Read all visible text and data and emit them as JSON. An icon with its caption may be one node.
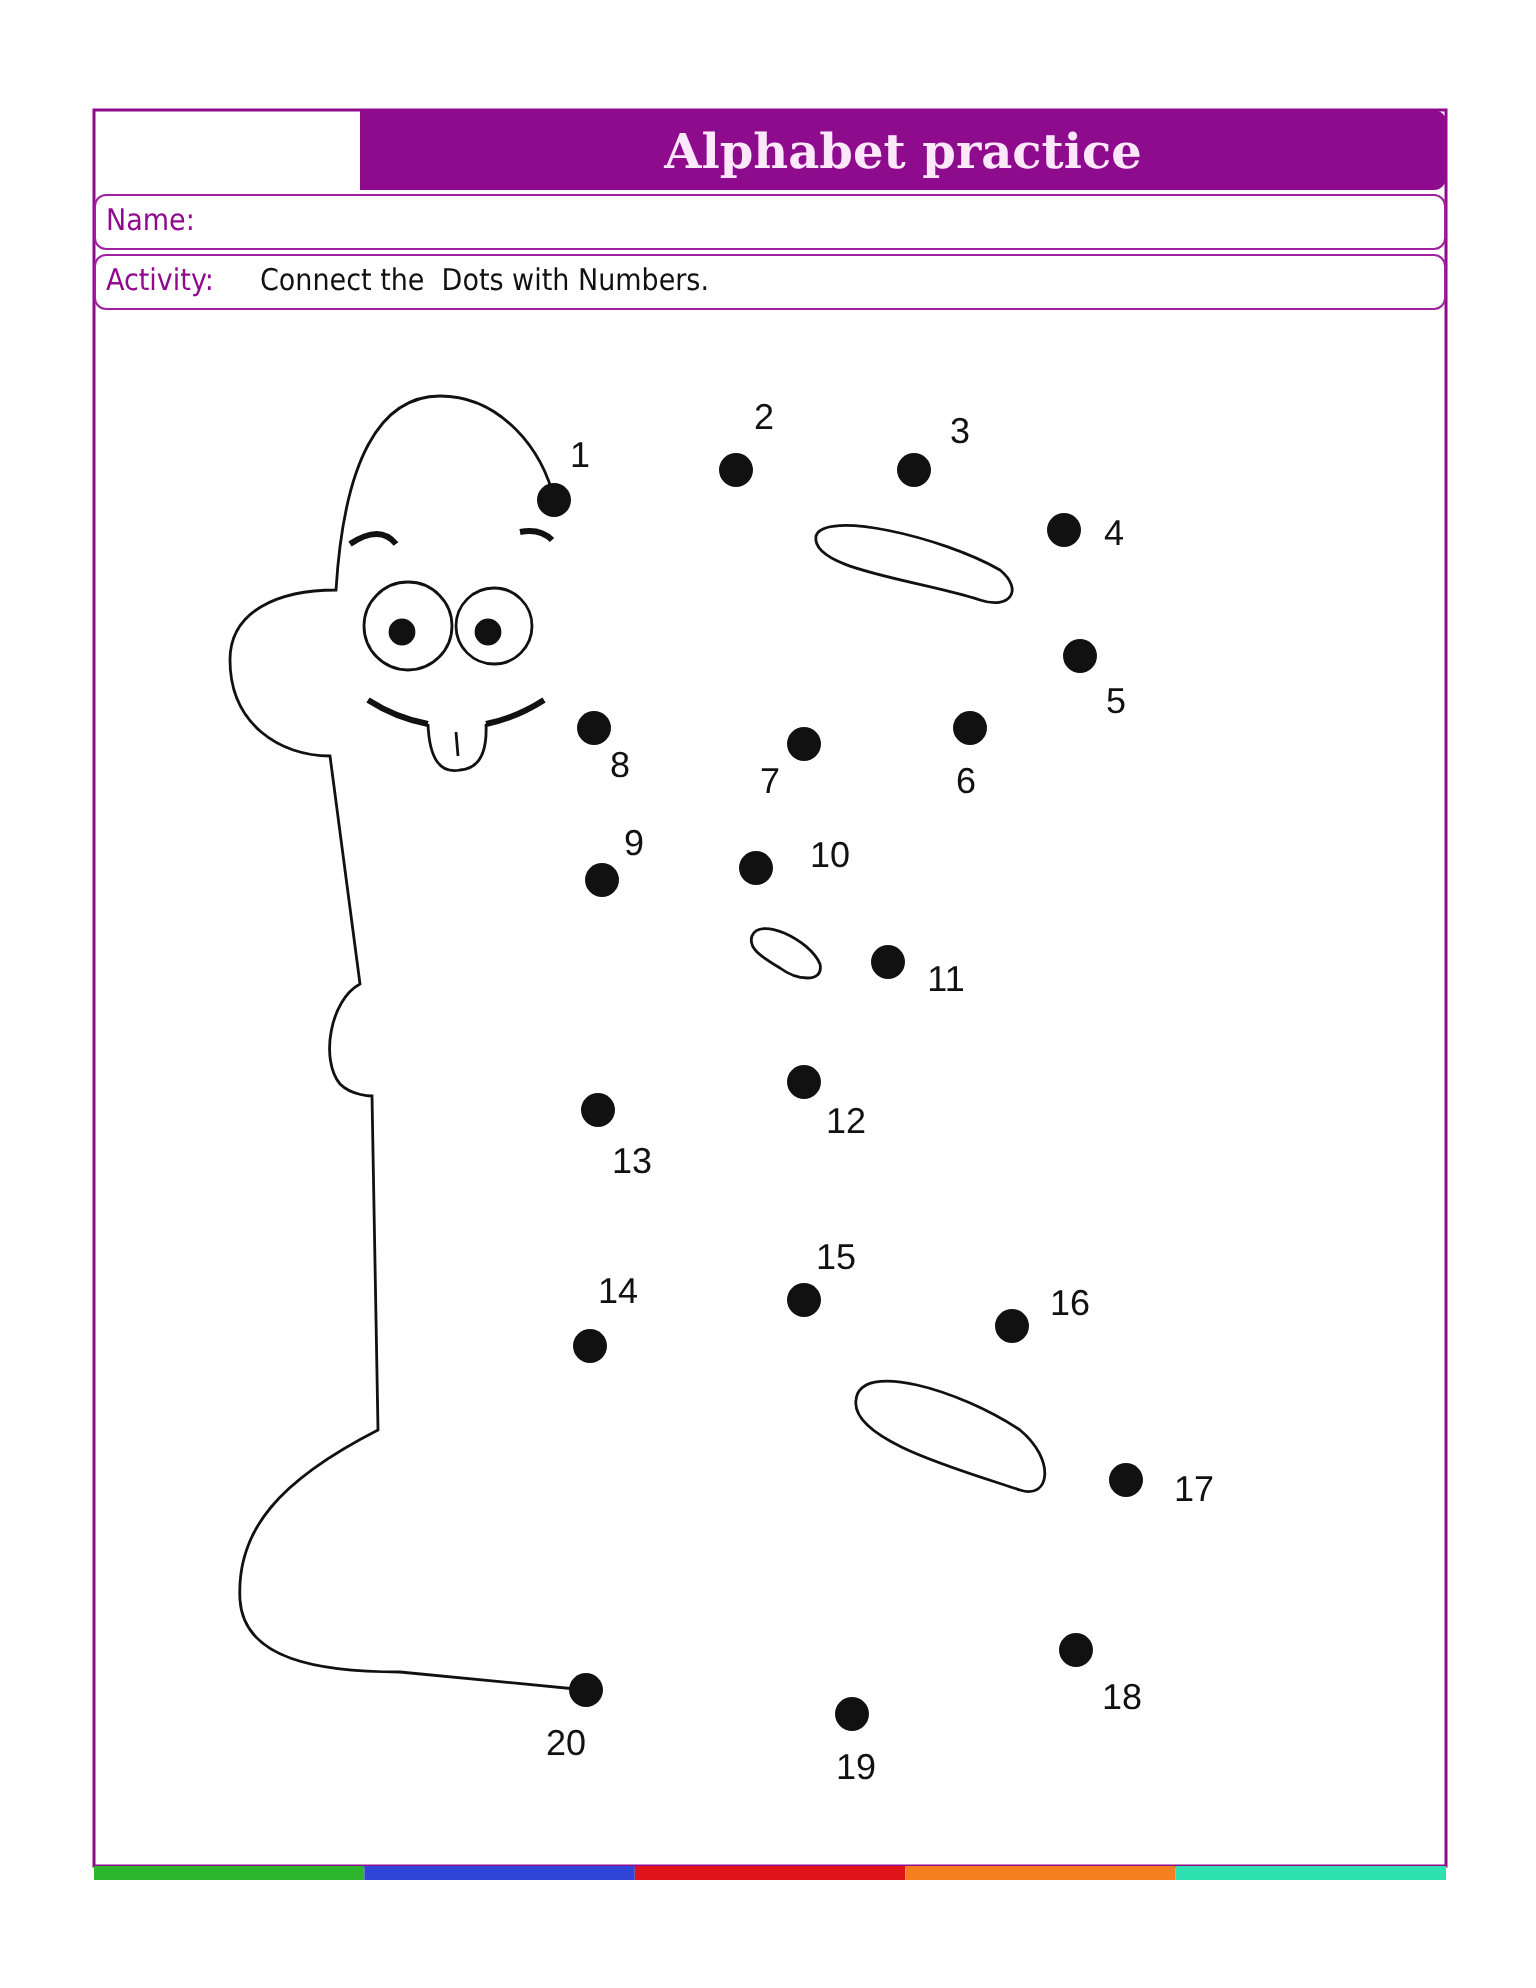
{
  "diagram": {
    "title": "Alphabet practice",
    "labels": [
      "Name:",
      "Activity:",
      "Connect the  Dots with Numbers.",
      "1",
      "2",
      "3",
      "4",
      "5",
      "6",
      "7",
      "8",
      "9",
      "10",
      "11",
      "12",
      "13",
      "14",
      "15",
      "16",
      "17",
      "18",
      "19",
      "20"
    ]
  }
}
